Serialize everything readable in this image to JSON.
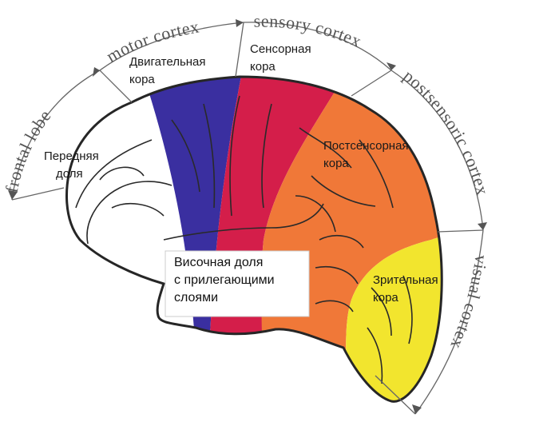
{
  "colors": {
    "frontal": "#ffffff",
    "motor": "#3a2fa0",
    "sensory": "#d41e4a",
    "postsensory": "#f07838",
    "visual": "#f2e52e",
    "outline": "#262626",
    "arc_line": "#666666"
  },
  "arcs": {
    "frontal_lobe": "frontal lobe",
    "motor_cortex": "motor cortex",
    "sensory_cortex": "sensory cortex",
    "postsensory_cortex": "postsensoric cortex",
    "visual_cortex": "visual cortex"
  },
  "regions": {
    "frontal": [
      "Передняя",
      "доля"
    ],
    "motor": [
      "Двигательная",
      "кора"
    ],
    "sensory": [
      "Сенсорная",
      "кора"
    ],
    "postsensory": [
      "Постсенсорная",
      "кора"
    ],
    "visual": [
      "Зрительная",
      "кора"
    ],
    "temporal": [
      "Височная доля",
      "с прилегающими",
      "слоями"
    ]
  }
}
